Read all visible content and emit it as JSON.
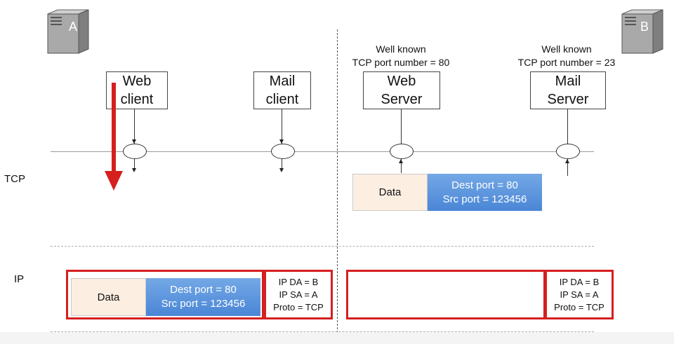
{
  "hosts": {
    "a": {
      "label": "A",
      "icon": "server-icon"
    },
    "b": {
      "label": "B",
      "icon": "server-icon"
    }
  },
  "layers": {
    "tcp": "TCP",
    "ip": "IP"
  },
  "apps": {
    "web_client": [
      "Web",
      "client"
    ],
    "mail_client": [
      "Mail",
      "client"
    ],
    "web_server": [
      "Web",
      "Server"
    ],
    "mail_server": [
      "Mail",
      "Server"
    ]
  },
  "notes": {
    "web_server": [
      "Well known",
      "TCP port number = 80"
    ],
    "mail_server": [
      "Well known",
      "TCP port number = 23"
    ]
  },
  "segment": {
    "data_label": "Data",
    "dest_port": "Dest port = 80",
    "src_port": "Src port = 123456"
  },
  "ip_header": {
    "da": "IP DA = B",
    "sa": "IP SA = A",
    "proto": "Proto = TCP"
  },
  "colors": {
    "highlight": "#d61f1f",
    "tcp_header": "#4a86d6",
    "data_fill": "#fdeee2"
  }
}
